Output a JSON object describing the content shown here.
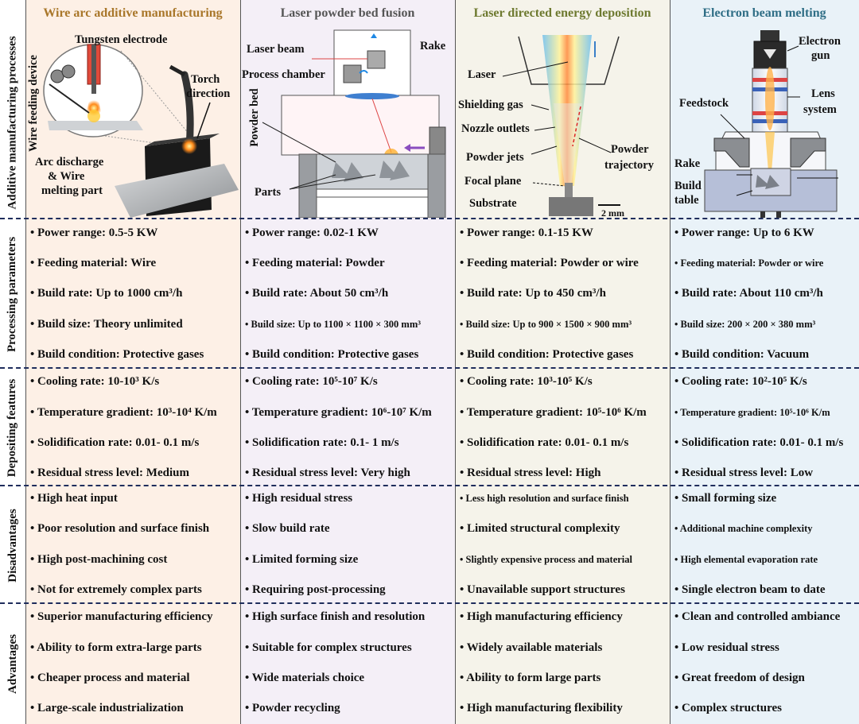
{
  "columns": [
    {
      "title": "Wire arc additive manufacturing",
      "title_color": "#a9772a",
      "bg": "#fdf0e6"
    },
    {
      "title": "Laser powder bed fusion",
      "title_color": "#555555",
      "bg": "#f4eff7"
    },
    {
      "title": "Laser directed energy deposition",
      "title_color": "#6e7a30",
      "bg": "#f5f3ea"
    },
    {
      "title": "Electron beam melting",
      "title_color": "#2f6e86",
      "bg": "#e9f2f8"
    }
  ],
  "row_labels": {
    "processes": "Additive manufacturing processes",
    "params": "Processing parameters",
    "depositing": "Depositing features",
    "disadvantages": "Disadvantages",
    "advantages": "Advantages"
  },
  "diagrams": {
    "waam": {
      "tungsten": "Tungsten electrode",
      "wire_feeding": "Wire feeding device",
      "torch_1": "Torch",
      "torch_2": "direction",
      "arc_1": "Arc discharge",
      "arc_2": "& Wire",
      "arc_3": "melting part"
    },
    "lpbf": {
      "laser_beam": "Laser beam",
      "process_chamber": "Process chamber",
      "rake": "Rake",
      "powder_bed": "Powder bed",
      "parts": "Parts"
    },
    "lded": {
      "laser": "Laser",
      "shielding_gas": "Shielding gas",
      "nozzle_outlets": "Nozzle outlets",
      "powder_jets": "Powder jets",
      "powder_1": "Powder",
      "powder_2": "trajectory",
      "focal_plane": "Focal plane",
      "substrate": "Substrate",
      "scale": "2 mm"
    },
    "ebm": {
      "electron_1": "Electron",
      "electron_2": "gun",
      "lens_1": "Lens",
      "lens_2": "system",
      "feedstock": "Feedstock",
      "rake": "Rake",
      "build_1": "Build",
      "build_2": "table"
    }
  },
  "rows": {
    "params": [
      [
        "Power range: 0.5-5 KW",
        "Power range: 0.02-1 KW",
        "Power range: 0.1-15 KW",
        "Power range: Up to 6 KW"
      ],
      [
        "Feeding material: Wire",
        "Feeding material: Powder",
        "Feeding material: Powder or wire",
        "Feeding material: Powder or wire"
      ],
      [
        "Build rate: Up to 1000 cm³/h",
        "Build rate: About 50 cm³/h",
        "Build rate: Up to 450 cm³/h",
        "Build rate: About 110 cm³/h"
      ],
      [
        "Build size: Theory unlimited",
        "Build size: Up to 1100 × 1100 × 300 mm³",
        "Build size: Up to 900 × 1500 × 900 mm³",
        "Build size: 200 × 200 × 380 mm³"
      ],
      [
        "Build condition: Protective gases",
        "Build condition: Protective gases",
        "Build condition: Protective gases",
        "Build condition:  Vacuum"
      ]
    ],
    "depositing": [
      [
        "Cooling rate: 10-10³ K/s",
        "Cooling rate: 10⁵-10⁷ K/s",
        "Cooling rate: 10³-10⁵ K/s",
        "Cooling rate: 10²-10⁵ K/s"
      ],
      [
        "Temperature gradient: 10³-10⁴ K/m",
        "Temperature gradient: 10⁶-10⁷ K/m",
        "Temperature gradient: 10⁵-10⁶ K/m",
        "Temperature gradient: 10⁵-10⁶ K/m"
      ],
      [
        "Solidification rate: 0.01- 0.1 m/s",
        "Solidification rate: 0.1- 1 m/s",
        "Solidification rate: 0.01- 0.1 m/s",
        "Solidification rate: 0.01- 0.1 m/s"
      ],
      [
        "Residual stress level: Medium",
        "Residual stress level: Very high",
        "Residual stress level: High",
        "Residual stress level: Low"
      ]
    ],
    "disadvantages": [
      [
        "High heat input",
        "High residual stress",
        "Less high resolution and surface finish",
        "Small forming size"
      ],
      [
        "Poor resolution and surface finish",
        "Slow build rate",
        "Limited structural complexity",
        "Additional machine complexity"
      ],
      [
        "High post-machining cost",
        "Limited forming size",
        "Slightly expensive process and material",
        "High elemental evaporation rate"
      ],
      [
        "Not for extremely complex parts",
        "Requiring post-processing",
        "Unavailable support structures",
        "Single electron beam to date"
      ]
    ],
    "advantages": [
      [
        "Superior manufacturing efficiency",
        "High surface finish and resolution",
        "High manufacturing efficiency",
        "Clean and controlled ambiance"
      ],
      [
        "Ability to form extra-large parts",
        "Suitable for complex structures",
        "Widely available materials",
        "Low residual stress"
      ],
      [
        "Cheaper process and material",
        "Wide materials choice",
        "Ability to form large parts",
        "Great freedom of design"
      ],
      [
        "Large-scale industrialization",
        "Powder recycling",
        "High manufacturing flexibility",
        "Complex structures"
      ]
    ]
  }
}
